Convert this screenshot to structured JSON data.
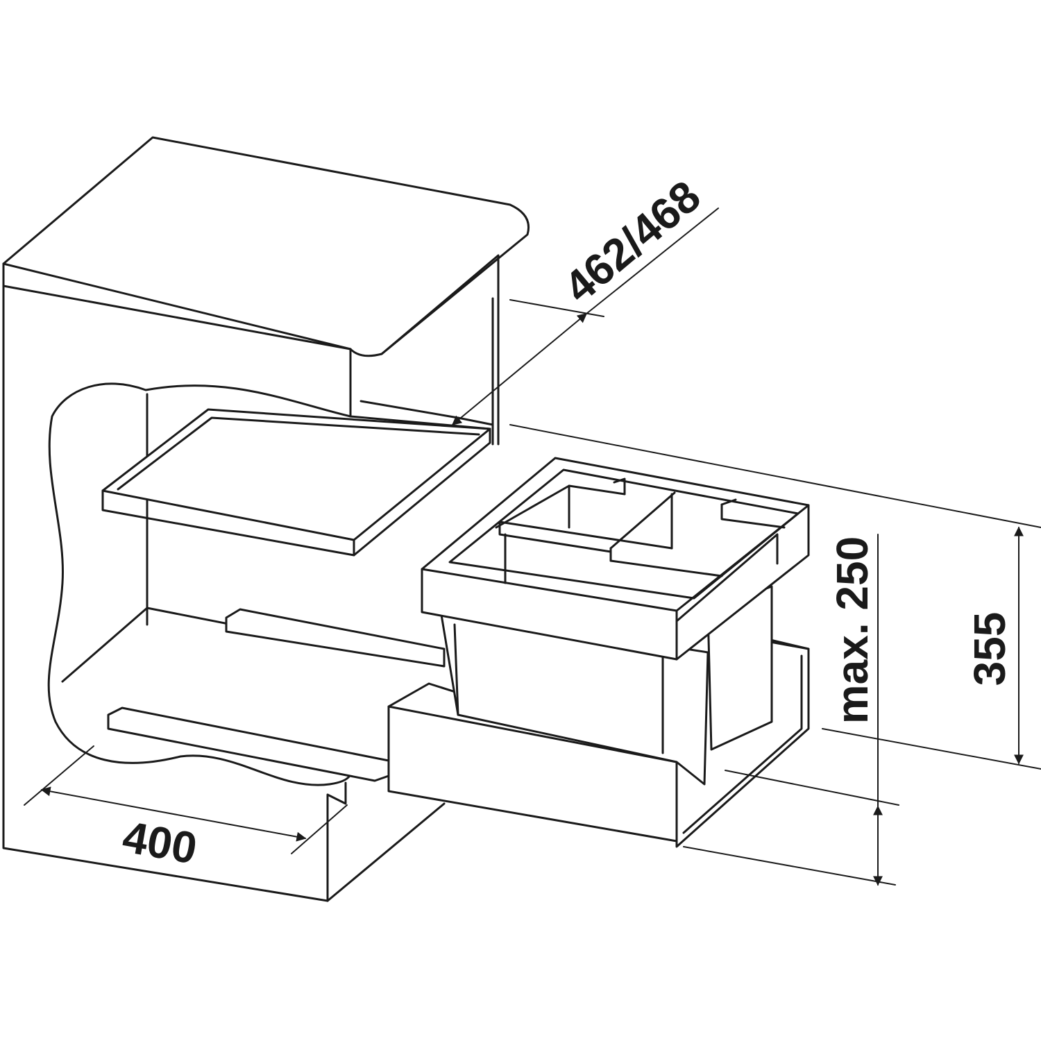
{
  "dimensions": {
    "width_label": "400",
    "depth_label": "462/468",
    "bin_height_label": "max. 250",
    "total_height_label": "355"
  }
}
